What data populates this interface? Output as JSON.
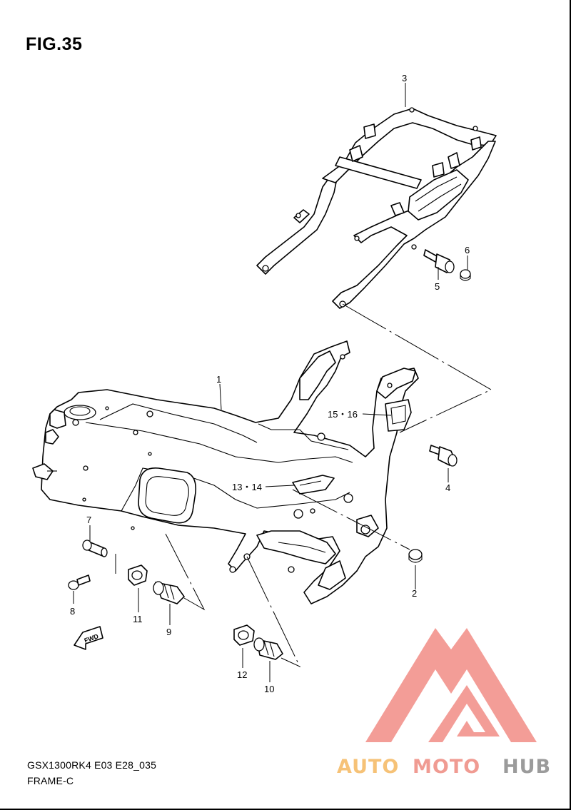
{
  "figure": {
    "title": "FIG.35"
  },
  "footer": {
    "model_code": "GSX1300RK4 E03 E28_035",
    "section_name": "FRAME-C"
  },
  "fwd_label": "FWD",
  "callouts": {
    "p1": "1",
    "p2": "2",
    "p3": "3",
    "p4": "4",
    "p5": "5",
    "p6": "6",
    "p7": "7",
    "p8": "8",
    "p9": "9",
    "p10": "10",
    "p11": "11",
    "p12": "12",
    "p13_14": "13・14",
    "p15_16": "15・16"
  },
  "watermark": {
    "brand_part1": "AUTO",
    "brand_part2": "MOTO",
    "brand_part3": "HUB",
    "color_part1": "#f5b860",
    "color_part2": "#ee8a80",
    "color_part3": "#8a8a8a",
    "logo_color": "#f28c85"
  }
}
